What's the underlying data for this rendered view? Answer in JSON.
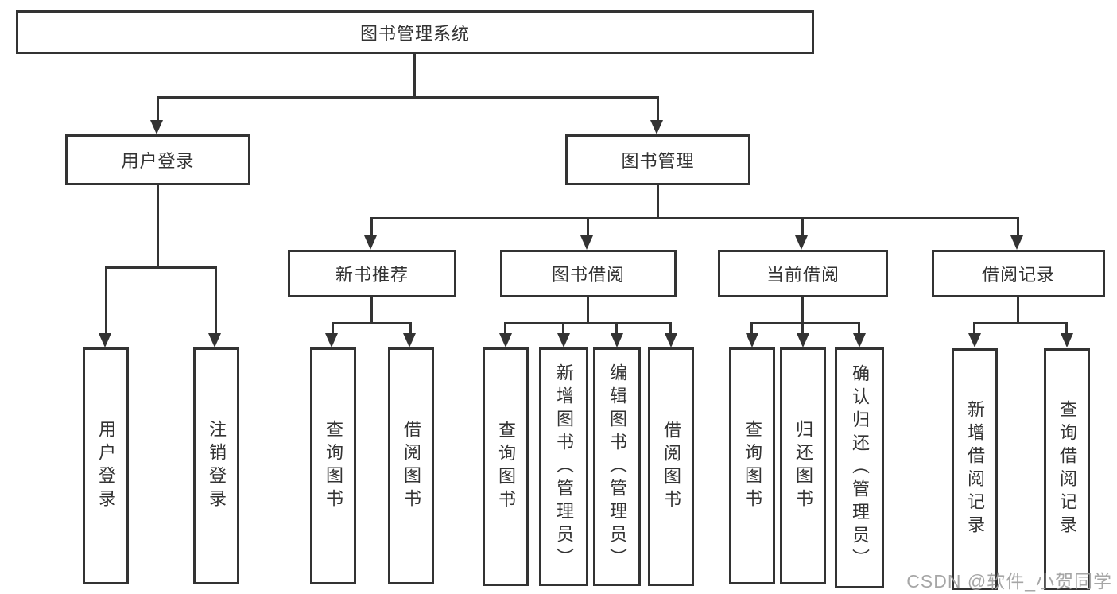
{
  "diagram": {
    "type": "hierarchy-tree",
    "title": "图书管理系统"
  },
  "colors": {
    "line": "#333333",
    "text": "#333333",
    "background": "#ffffff",
    "watermark": "#9e9e9e"
  },
  "tree": {
    "label": "图书管理系统",
    "children": [
      {
        "label": "用户登录",
        "children": [
          {
            "label": "用户登录"
          },
          {
            "label": "注销登录"
          }
        ]
      },
      {
        "label": "图书管理",
        "children": [
          {
            "label": "新书推荐",
            "children": [
              {
                "label": "查询图书"
              },
              {
                "label": "借阅图书"
              }
            ]
          },
          {
            "label": "图书借阅",
            "children": [
              {
                "label": "查询图书"
              },
              {
                "label": "新增图书（管理员）"
              },
              {
                "label": "编辑图书（管理员）"
              },
              {
                "label": "借阅图书"
              }
            ]
          },
          {
            "label": "当前借阅",
            "children": [
              {
                "label": "查询图书"
              },
              {
                "label": "归还图书"
              },
              {
                "label": "确认归还（管理员）"
              }
            ]
          },
          {
            "label": "借阅记录",
            "children": [
              {
                "label": "新增借阅记录"
              },
              {
                "label": "查询借阅记录"
              }
            ]
          }
        ]
      }
    ]
  },
  "watermark": {
    "text": "CSDN @软件_小贺同学"
  }
}
